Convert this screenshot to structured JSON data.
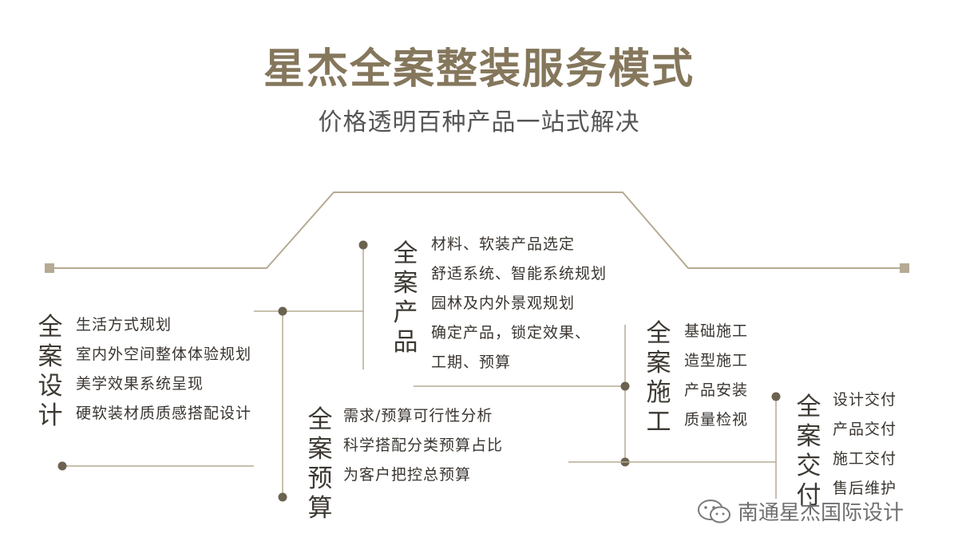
{
  "title": "星杰全案整装服务模式",
  "subtitle": "价格透明百种产品一站式解决",
  "sections": [
    {
      "id": "design",
      "heading": [
        "全",
        "案",
        "设",
        "计"
      ],
      "items": [
        "生活方式规划",
        "室内外空间整体体验规划",
        "美学效果系统呈现",
        "硬软装材质质感搭配设计"
      ]
    },
    {
      "id": "budget",
      "heading": [
        "全",
        "案",
        "预",
        "算"
      ],
      "items": [
        "需求/预算可行性分析",
        "科学搭配分类预算占比",
        "为客户把控总预算"
      ]
    },
    {
      "id": "product",
      "heading": [
        "全",
        "案",
        "产",
        "品"
      ],
      "items": [
        "材料、软装产品选定",
        "舒适系统、智能系统规划",
        "园林及内外景观规划",
        "确定产品，锁定效果、",
        "工期、预算"
      ]
    },
    {
      "id": "construction",
      "heading": [
        "全",
        "案",
        "施",
        "工"
      ],
      "items": [
        "基础施工",
        "造型施工",
        "产品安装",
        "质量检视"
      ]
    },
    {
      "id": "delivery",
      "heading": [
        "全",
        "案",
        "交",
        "付"
      ],
      "items": [
        "设计交付",
        "产品交付",
        "施工交付",
        "售后维护"
      ]
    }
  ],
  "watermark": "南通星杰国际设计",
  "colors": {
    "accent": "#85775c",
    "line": "#b5ab94",
    "dot": "#6b6250"
  }
}
